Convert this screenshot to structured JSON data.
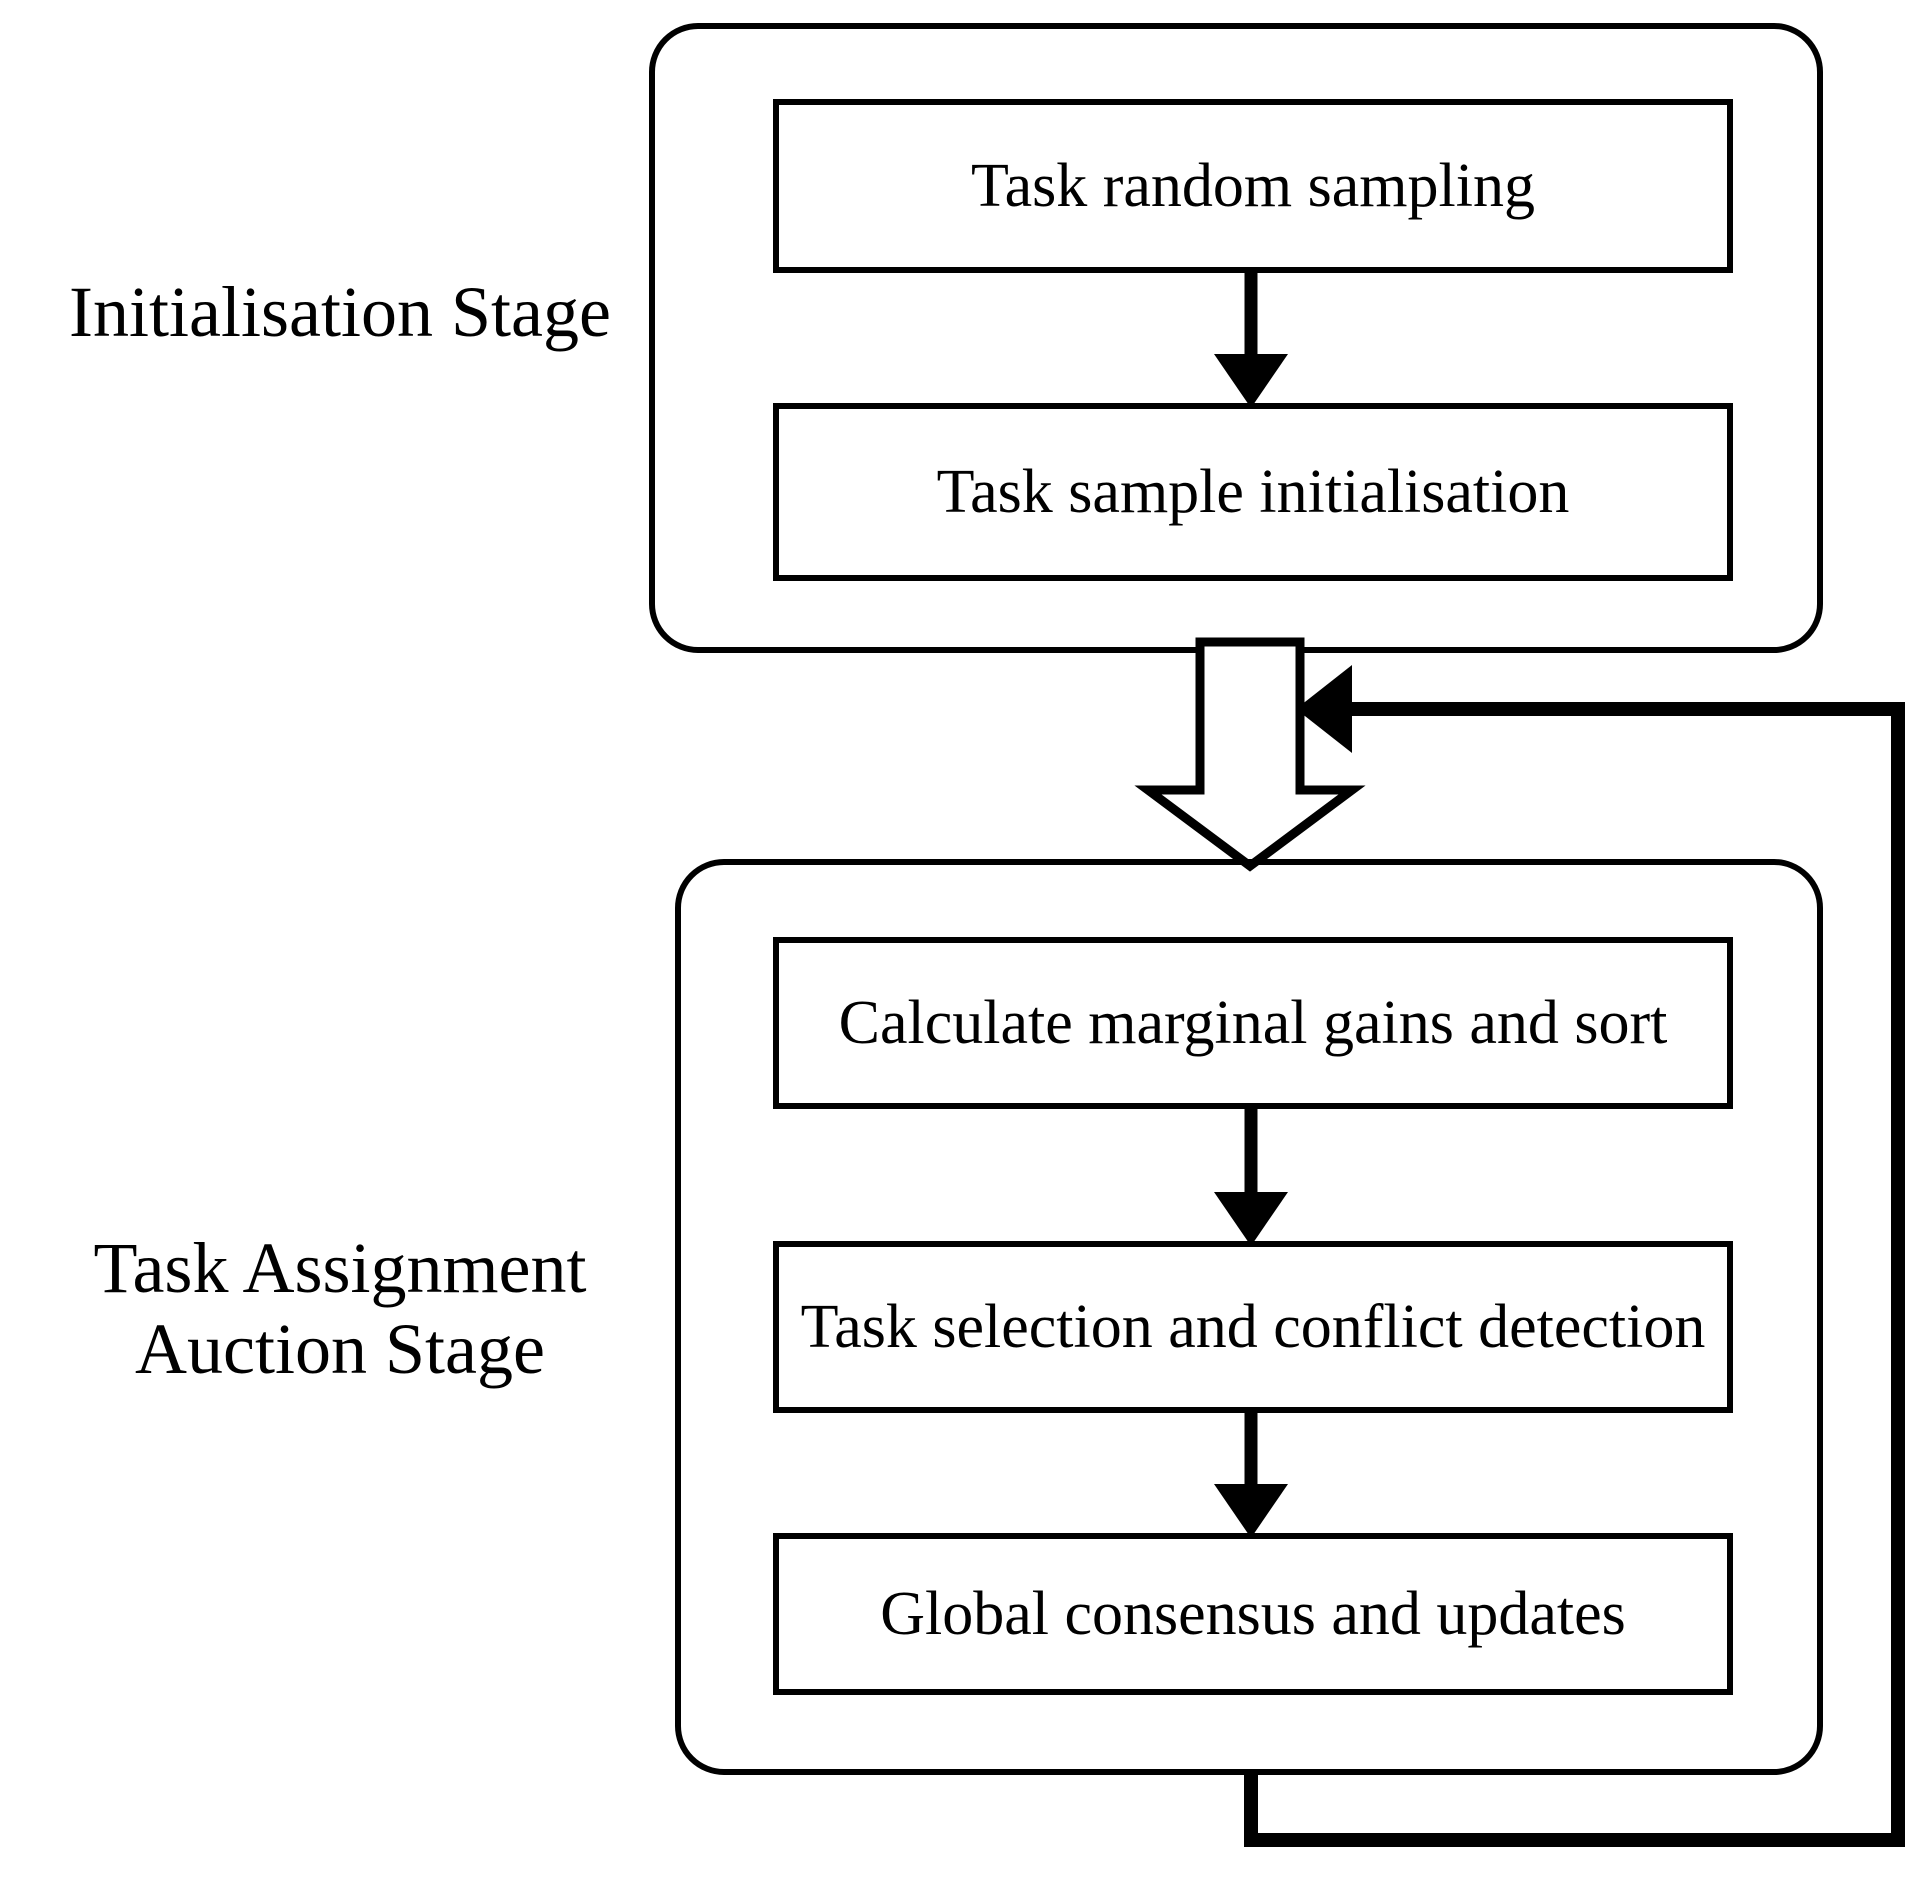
{
  "diagram": {
    "title": "Two-stage task assignment auction flowchart",
    "type": "flowchart",
    "background_color": "#ffffff",
    "stroke_color": "#000000"
  },
  "stages": [
    {
      "id": "initialisation",
      "label": "Initialisation Stage",
      "steps": [
        {
          "id": "task-random-sampling",
          "label": "Task random sampling"
        },
        {
          "id": "task-sample-initialisation",
          "label": "Task sample initialisation"
        }
      ]
    },
    {
      "id": "task-assignment-auction",
      "label": "Task Assignment\nAuction Stage",
      "steps": [
        {
          "id": "calculate-marginal-gains-and-sort",
          "label": "Calculate marginal gains and sort"
        },
        {
          "id": "task-selection-and-conflict-detection",
          "label": "Task selection and conflict detection"
        },
        {
          "id": "global-consensus-and-updates",
          "label": "Global consensus and updates"
        }
      ]
    }
  ],
  "connectors": [
    {
      "id": "arrow-sampling-to-initialisation",
      "kind": "thin-arrow",
      "from": "task-random-sampling",
      "to": "task-sample-initialisation"
    },
    {
      "id": "block-arrow-stage1-to-stage2",
      "kind": "hollow-block-arrow",
      "from": "initialisation",
      "to": "task-assignment-auction"
    },
    {
      "id": "arrow-gains-to-selection",
      "kind": "thin-arrow",
      "from": "calculate-marginal-gains-and-sort",
      "to": "task-selection-and-conflict-detection"
    },
    {
      "id": "arrow-selection-to-consensus",
      "kind": "thin-arrow",
      "from": "task-selection-and-conflict-detection",
      "to": "global-consensus-and-updates"
    },
    {
      "id": "feedback-loop",
      "kind": "thick-feedback-arrow",
      "from": "task-assignment-auction",
      "to": "block-arrow-stage1-to-stage2"
    }
  ]
}
